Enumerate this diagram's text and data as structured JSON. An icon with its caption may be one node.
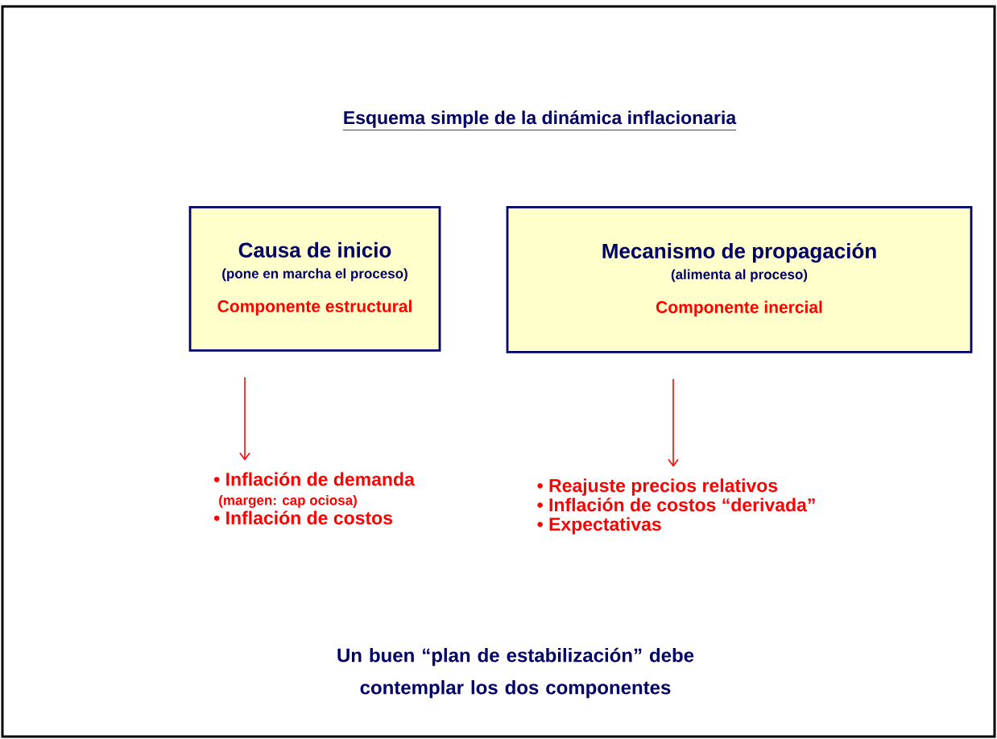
{
  "diagram": {
    "title": "Esquema simple de la dinámica inflacionaria",
    "nodes": [
      {
        "text": [
          "Causa de inicio",
          "(pone en marcha el proceso)",
          "Componente estructural"
        ]
      },
      {
        "text": [
          "Mecanismo de propagación",
          "(alimenta al proceso)",
          "Componente inercial"
        ]
      },
      {
        "text": [
          "• Inflación de demanda",
          "(margen: cap ociosa)",
          "• Inflación de costos"
        ]
      },
      {
        "text": [
          "• Reajuste precios relativos",
          "• Inflación de costos “derivada”",
          "• Expectativas"
        ]
      }
    ],
    "edges": [
      {
        "from": 0,
        "to": 2,
        "arrow": "to",
        "color": "#ff0000"
      },
      {
        "from": 1,
        "to": 3,
        "arrow": "to",
        "color": "#ff0000"
      }
    ],
    "labels": [
      "Un buen “plan de estabilización” debe contemplar los dos componentes"
    ]
  }
}
